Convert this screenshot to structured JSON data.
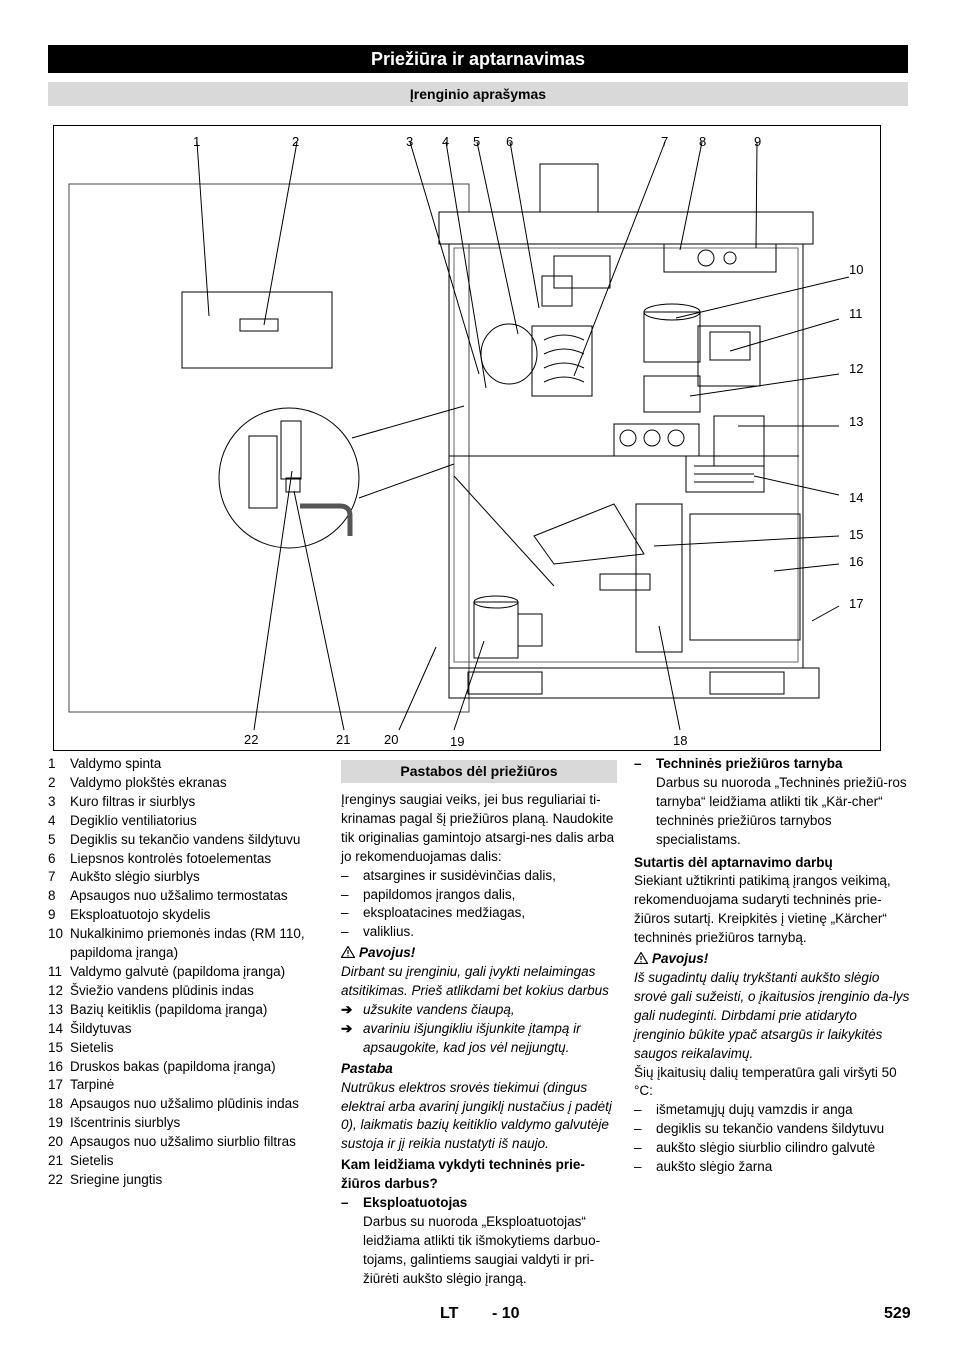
{
  "header": {
    "title": "Priežiūra ir aptarnavimas",
    "subtitle": "Įrenginio aprašymas"
  },
  "figure": {
    "callouts_top": [
      "1",
      "2",
      "3",
      "4",
      "5",
      "6",
      "7",
      "8",
      "9"
    ],
    "callouts_right": [
      "10",
      "11",
      "12",
      "13",
      "14",
      "15",
      "16",
      "17"
    ],
    "callouts_bottom": [
      "22",
      "21",
      "20",
      "19",
      "18"
    ]
  },
  "legend": [
    {
      "n": "1",
      "text": "Valdymo spinta"
    },
    {
      "n": "2",
      "text": "Valdymo plokštės ekranas"
    },
    {
      "n": "3",
      "text": "Kuro filtras ir siurblys"
    },
    {
      "n": "4",
      "text": "Degiklio ventiliatorius"
    },
    {
      "n": "5",
      "text": "Degiklis su tekančio vandens šildytuvu"
    },
    {
      "n": "6",
      "text": "Liepsnos kontrolės fotoelementas"
    },
    {
      "n": "7",
      "text": "Aukšto slėgio siurblys"
    },
    {
      "n": "8",
      "text": "Apsaugos nuo užšalimo termostatas"
    },
    {
      "n": "9",
      "text": "Eksploatuotojo skydelis"
    },
    {
      "n": "10",
      "text": "Nukalkinimo priemonės indas (RM 110, papildoma įranga)"
    },
    {
      "n": "11",
      "text": "Valdymo galvutė (papildoma įranga)"
    },
    {
      "n": "12",
      "text": "Šviežio vandens plūdinis indas"
    },
    {
      "n": "13",
      "text": "Bazių keitiklis (papildoma įranga)"
    },
    {
      "n": "14",
      "text": "Šildytuvas"
    },
    {
      "n": "15",
      "text": "Sietelis"
    },
    {
      "n": "16",
      "text": "Druskos bakas (papildoma įranga)"
    },
    {
      "n": "17",
      "text": "Tarpinė"
    },
    {
      "n": "18",
      "text": "Apsaugos nuo užšalimo plūdinis indas"
    },
    {
      "n": "19",
      "text": "Išcentrinis siurblys"
    },
    {
      "n": "20",
      "text": "Apsaugos nuo užšalimo siurblio filtras"
    },
    {
      "n": "21",
      "text": "Sietelis"
    },
    {
      "n": "22",
      "text": "Sriegine jungtis"
    }
  ],
  "col2": {
    "heading": "Pastabos dėl priežiūros",
    "intro": "Įrenginys saugiai veiks, jei bus reguliariai ti-krinamas pagal šį priežiūros planą. Naudokite tik originalias gamintojo atsargi-nes dalis arba jo rekomenduojamas dalis:",
    "parts": [
      "atsargines ir susidėvinčias dalis,",
      "papildomos įrangos dalis,",
      "eksploatacines medžiagas,",
      "valiklius."
    ],
    "danger_label": "Pavojus!",
    "danger_text": "Dirbant su įrenginiu, gali įvykti nelaimingas atsitikimas. Prieš atlikdami bet kokius darbus",
    "danger_steps": [
      "užsukite vandens čiaupą,",
      "avariniu išjungikliu išjunkite įtampą ir apsaugokite, kad jos vėl neįjungtų."
    ],
    "note_label": "Pastaba",
    "note_text": "Nutrūkus elektros srovės tiekimui (dingus elektrai arba avarinį jungiklį nustačius į padėtį 0), laikmatis bazių keitiklio valdymo galvutėje sustoja ir jį reikia nustatyti iš naujo.",
    "who_heading": "Kam leidžiama vykdyti techninės prie-žiūros darbus?",
    "operator_title": "Eksploatuotojas",
    "operator_text": "Darbus su nuoroda „Eksploatuotojas“ leidžiama atlikti tik išmokytiems darbuo-tojams, galintiems saugiai valdyti ir pri-žiūrėti aukšto slėgio įrangą."
  },
  "col3": {
    "service_title": "Techninės priežiūros tarnyba",
    "service_text": "Darbus su nuoroda „Techninės priežiū-ros tarnyba“ leidžiama atlikti tik „Kär-cher“ techninės priežiūros tarnybos specialistams.",
    "contract_heading": "Sutartis dėl aptarnavimo darbų",
    "contract_text": "Siekiant užtikrinti patikimą įrangos veikimą, rekomenduojama sudaryti techninės prie-žiūros sutartį. Kreipkitės į vietinę „Kärcher“ techninės priežiūros tarnybą.",
    "danger_label": "Pavojus!",
    "danger_text": "Iš sugadintų dalių trykštanti aukšto slėgio srovė gali sužeisti, o įkaitusios įrenginio da-lys gali nudeginti. Dirbdami prie atidaryto įrenginio būkite ypač atsargūs ir laikykitės saugos reikalavimų.",
    "temp_text": "Šių įkaitusių dalių temperatūra gali viršyti 50 °C:",
    "hot_parts": [
      "išmetamųjų dujų vamzdis ir anga",
      "degiklis su tekančio vandens šildytuvu",
      "aukšto slėgio siurblio cilindro galvutė",
      "aukšto slėgio žarna"
    ]
  },
  "footer": {
    "lang": "LT",
    "page_local": "- 10",
    "page_global": "529"
  }
}
